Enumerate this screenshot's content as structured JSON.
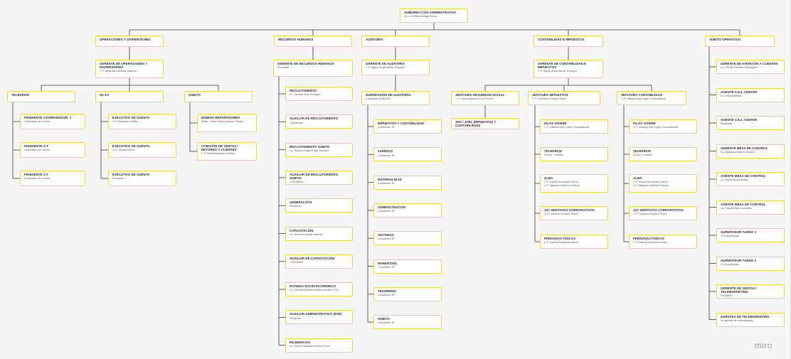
{
  "root": {
    "title": "SUBDIRECCIÓN ADMINISTRATIVA",
    "sub": "Lic. Luz María Arriaga Rivera"
  },
  "depts": {
    "op": {
      "title": "OPERACIONES Y DISPERSIONES",
      "sub": ""
    },
    "rh": {
      "title": "RECURSOS HUMANOS",
      "sub": ""
    },
    "aud": {
      "title": "AUDITORÍA",
      "sub": ""
    },
    "ci": {
      "title": "CONTABILIDAD E IMPUESTOS",
      "sub": ""
    },
    "so": {
      "title": "SÚBITO OPERATIVO",
      "sub": ""
    }
  },
  "op": {
    "manager": {
      "title": "GERENTE DE OPERACIONES Y DISPERSIONES",
      "sub": "C.P. Alejandra Armenta Calderón"
    },
    "teams": {
      "teledrive": {
        "title": "TELEDRIVE",
        "sub": ""
      },
      "islas": {
        "title": "ISLAS",
        "sub": ""
      },
      "subito": {
        "title": "SÚBITO",
        "sub": ""
      }
    },
    "tele_items": [
      {
        "title": "Pendiente Coordinador: 1",
        "sub": "4 ejecutivos de cuenta"
      },
      {
        "title": "Pendiente C.T",
        "sub": "4 ejecutivos de cuenta"
      },
      {
        "title": "Pendiente C.T",
        "sub": "5 ejecutivos de cuenta"
      }
    ],
    "islas_items": [
      {
        "title": "EJECUTIVO DE CUENTA",
        "sub": "C.P. Maharosh Padilla"
      },
      {
        "title": "EJECUTIVO DE CUENTA",
        "sub": "C.P. Claudia Huerta"
      },
      {
        "title": "EJECUTIVO DE CUENTA",
        "sub": "Pendiente 1"
      }
    ],
    "subito_items": [
      {
        "title": "NÓMINA REPARTIDORES",
        "sub": "Mtatel. César Bolívily Navarro Roque"
      },
      {
        "title": "COMISIÓN DE VENTAS / RETORNO A CLIENTES",
        "sub": "C.P. Diana Madriana Lesama"
      }
    ]
  },
  "rh": {
    "manager": {
      "title": "GERENTE DE RECURSOS HUMANOS",
      "sub": "Pendiente"
    },
    "items": [
      {
        "title": "RECLUTAMIENTO",
        "sub": "Lic. Jennifer Soto Gonzalez"
      },
      {
        "title": "AUXILIAR DE RECLUTAMIENTO",
        "sub": "1 pendiente..."
      },
      {
        "title": "RECLUTAMIENTO SÚBITO",
        "sub": "Lic. Roberto Edgar Rojas Sanchez"
      },
      {
        "title": "AUXILIAR DE RECLUTAMIENTO SÚBITO",
        "sub": "1 Pendiente..."
      },
      {
        "title": "GENERALISTA",
        "sub": "Pendiente..."
      },
      {
        "title": "CAPACITACIÓN",
        "sub": "Lic. Jimena Cabrera Sanchez"
      },
      {
        "title": "AUXILIAR DE CAPACITACIÓN",
        "sub": "1 Pendiente..."
      },
      {
        "title": "ESTUDIO SOCIO-ECONÓMICO",
        "sub": "Lic. Osvaldo Martinez Barrios Auxiliar C.1.E"
      },
      {
        "title": "AUXILIAR ADMINISTRATIVO (ESE)",
        "sub": "Pendiente"
      },
      {
        "title": "INCIDENCIAS",
        "sub": "Lic. Karla Guadalupe Robles Flores"
      }
    ]
  },
  "aud": {
    "manager": {
      "title": "GERENTE DE AUDITORÍA",
      "sub": "C.P. Miguel Ángel Moran Tecpoyot"
    },
    "sup": {
      "title": "SUPERVISIÓN DE AUDITORÍA",
      "sub": "2 Auditores SENIORS"
    },
    "items": [
      {
        "title": "IMPUESTOS Y CONTABILIDAD",
        "sub": "2 Auditores JR"
      },
      {
        "title": "JURÍDICO",
        "sub": "2 Auditores JR"
      },
      {
        "title": "MATERIALIDAD",
        "sub": "2 Auditores JR"
      },
      {
        "title": "ADMINISTRACIÓN",
        "sub": "2 Auditores JR"
      },
      {
        "title": "SISTEMAS",
        "sub": "2 Auditores JR"
      },
      {
        "title": "MARKETING",
        "sub": "1 Auditores JR"
      },
      {
        "title": "TESORERÍA",
        "sub": "2 Auditores JR"
      },
      {
        "title": "SÚBITO",
        "sub": "6 Auditores JR"
      }
    ]
  },
  "ci": {
    "manager": {
      "title": "GERENTE DE CONTABILIDAD E IMPUESTOS",
      "sub": "C.P. Miguel Ángel Moran Tecpoyot"
    },
    "seg": {
      "title": "JEFATURA SEGURIDAD SOCIAL",
      "sub": "C.P. Sofía Alejandra Cruz Romero"
    },
    "jdc": {
      "title": "JDC / JOEL (IMPUESTOS Y CONTABILIDAD)",
      "sub": ""
    },
    "imp": {
      "title": "JEFATURA IMPUESTOS",
      "sub": "C.P. Francisco Enrique Reyes"
    },
    "imp_items": [
      {
        "title": "ISLAS GOWER",
        "sub": "C.P. Gabriela Itzel López Zempoaltecatl"
      },
      {
        "title": "TELEDRIVE",
        "sub": "24 Aux. contable"
      },
      {
        "title": "ALBA",
        "sub": "C.P. Karina Hernández García\nC.P. Alejandro Ramírez Huerca"
      },
      {
        "title": "J2C SERVICIOS CORPORATIVOS",
        "sub": "C.P. Francisco Enrique Reyes"
      },
      {
        "title": "PERSONAS FÍSICAS",
        "sub": "C.P. Daniela Fernandez Mora"
      }
    ],
    "cont": {
      "title": "JEFATURA CONTABILIDAD",
      "sub": "C.P. Gabriela Itzel López Zempoaltecatl"
    },
    "cont_items": [
      {
        "title": "ISLAS GOWER",
        "sub": "C.P. Gabriela Itzel López Zempoaltecatl"
      },
      {
        "title": "TELEDRIVE",
        "sub": "24 Aux. contable"
      },
      {
        "title": "ALBA",
        "sub": "C.P. Karina Hernández García\nC.P. Alejandro Ramírez Huerca"
      },
      {
        "title": "J2C SERVICIOS CORPORATIVOS",
        "sub": "C.P. Francisco Enrique Reyes"
      },
      {
        "title": "PERSONAS FÍSICAS",
        "sub": "C.P. Daniela Fernandez Mora"
      }
    ]
  },
  "so": {
    "items": [
      {
        "title": "GERENTE DE ATENCIÓN A CLIENTES",
        "sub": "Lic. Gerald Palmeiro Domínguez"
      },
      {
        "title": "AGENTE CALL CENTER",
        "sub": "Lic. Erika Martínez"
      },
      {
        "title": "AGENTE CALL CENTER",
        "sub": "Pendiente..."
      },
      {
        "title": "GERENTE MESA DE CONTROL",
        "sub": "Lic. Alejandra Alvarez Morales"
      },
      {
        "title": "AGENTE MESA DE CONTROL",
        "sub": "Lic. María Sosa Estrada"
      },
      {
        "title": "AGENTE MESA DE CONTROL",
        "sub": "Lic. Manuel Navo González"
      },
      {
        "title": "SUPERVISOR TURNO 1",
        "sub": "15 Repartidores"
      },
      {
        "title": "SUPERVISOR TURNO 2",
        "sub": "20 Repartidores"
      },
      {
        "title": "GERENTE DE VENTAS / TELEMARKETING",
        "sub": "Pendiente..."
      },
      {
        "title": "AGENTES DE TELEMARKETING",
        "sub": "10 agentes de telemarketing"
      }
    ]
  },
  "brand": "miro"
}
